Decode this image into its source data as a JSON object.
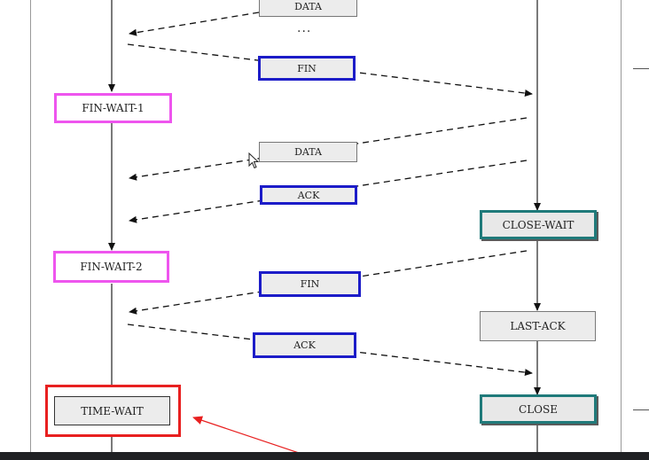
{
  "client_states": {
    "fin_wait_1": "FIN-WAIT-1",
    "fin_wait_2": "FIN-WAIT-2",
    "time_wait": "TIME-WAIT"
  },
  "server_states": {
    "close_wait": "CLOSE-WAIT",
    "last_ack": "LAST-ACK",
    "close": "CLOSE"
  },
  "segments": {
    "data_top": "DATA",
    "ellipsis": "...",
    "fin_1": "FIN",
    "data_mid": "DATA",
    "ack_1": "ACK",
    "fin_2": "FIN",
    "ack_2": "ACK"
  },
  "colors": {
    "client_state_border": "#ee55ee",
    "server_state_border": "#1f7a7a",
    "segment_border": "#1c1cc8",
    "time_wait_highlight": "#e82020"
  }
}
